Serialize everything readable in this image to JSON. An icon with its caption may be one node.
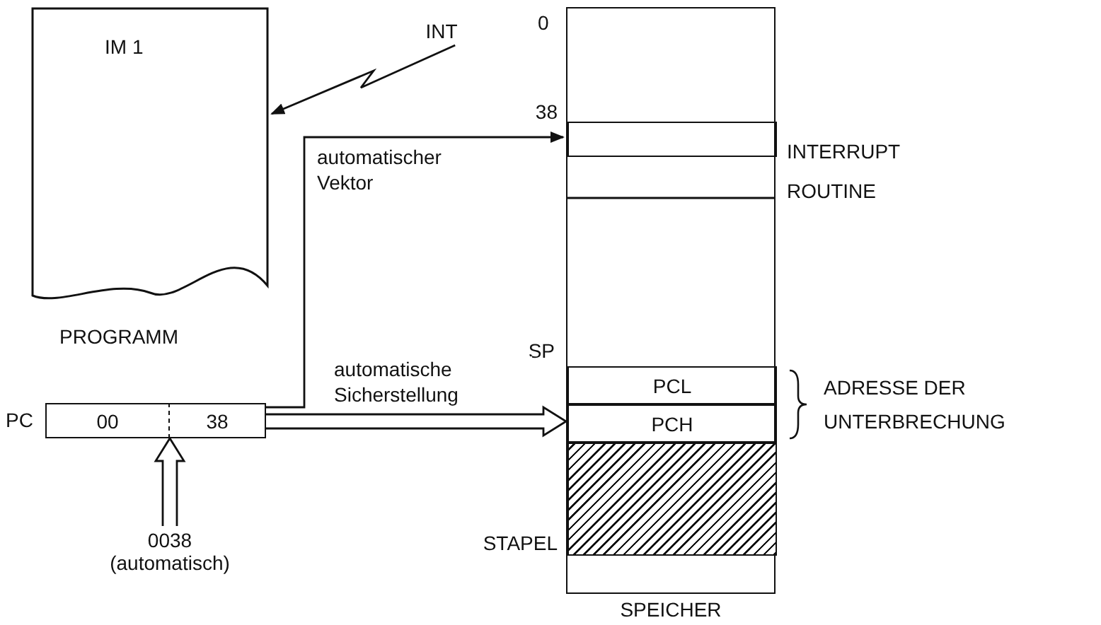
{
  "diagram": {
    "nodes": [
      {
        "text": [
          "IM 1",
          "PROGRAMM"
        ]
      },
      {
        "text": [
          "INT"
        ]
      },
      {
        "text": [
          "SPEICHER"
        ]
      },
      {
        "text": [],
        "shape": "box",
        "in": 2,
        "beside": [
          "38"
        ]
      },
      {
        "text": [
          "PCL"
        ],
        "in": 2,
        "beside": [
          "SP"
        ]
      },
      {
        "text": [
          "PCH"
        ],
        "in": 2
      },
      {
        "text": [],
        "shape": "box",
        "in": 2,
        "beside": [
          "STAPEL"
        ]
      },
      {
        "text": [
          "PC"
        ]
      },
      {
        "text": [
          "00"
        ],
        "in": 7
      },
      {
        "text": [
          "38"
        ],
        "in": 7
      },
      {
        "text": [
          "0038 (automatisch)"
        ]
      }
    ],
    "edges": [
      {
        "from": 1,
        "to": 0,
        "arrow": "to"
      },
      {
        "from": 9,
        "to": 3,
        "label": "automatischer Vektor",
        "arrow": "to"
      },
      {
        "from": 7,
        "to": 5,
        "label": "automatische Sicherstellung",
        "arrow": "to",
        "style": "thick"
      },
      {
        "from": 10,
        "to": 7,
        "arrow": "to",
        "style": "thick"
      }
    ],
    "labels": [
      "0",
      "INTERRUPT ROUTINE",
      "ADRESSE DER UNTERBRECHUNG"
    ]
  }
}
